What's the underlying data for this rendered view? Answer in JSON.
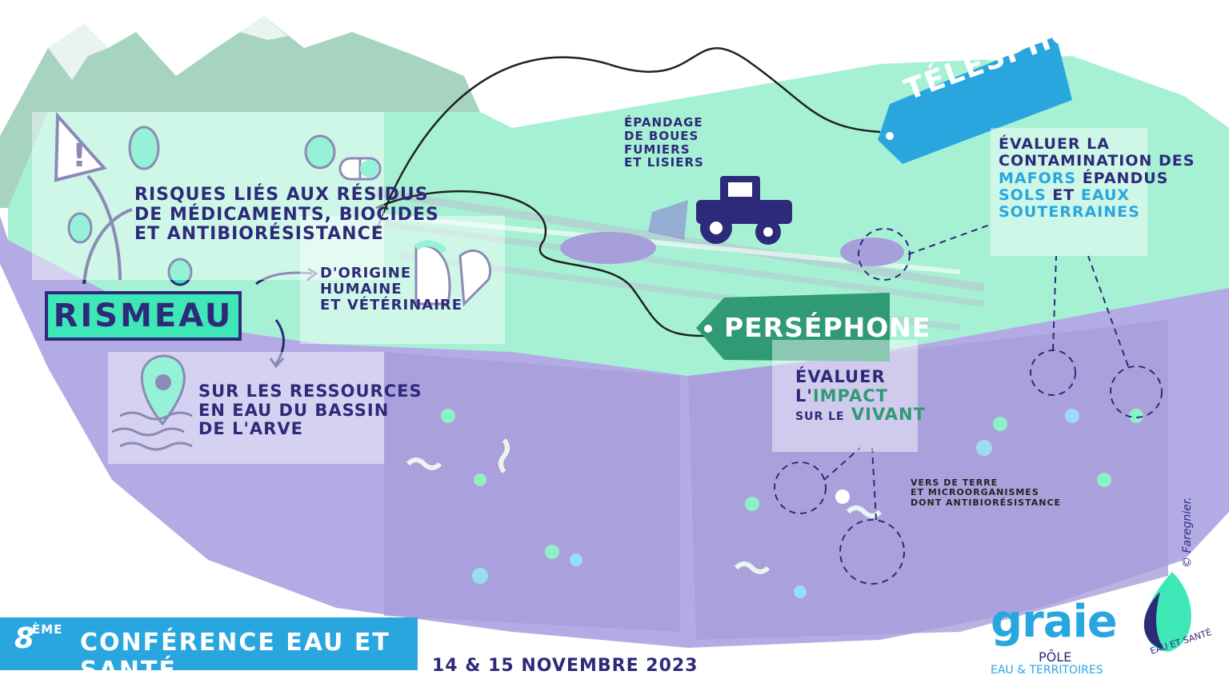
{
  "illustration": {
    "colors": {
      "ink": "#2e2a7a",
      "mint": "#9ff0d0",
      "green_tag": "#2f9a74",
      "blue_tag": "#2aa6df",
      "soil": "#a79fd9",
      "mountain": "#9fcdb6"
    },
    "rismeau": {
      "title": "RISMEAU",
      "risks_line1": "Risques liés aux résidus",
      "risks_line2": "de médicaments, biocides",
      "risks_line3": "et antibiorésistance",
      "origin_line1": "D'origine",
      "origin_line2": "humaine",
      "origin_line3": "et vétérinaire",
      "resources_line1": "Sur les ressources",
      "resources_line2": "en eau du bassin",
      "resources_line3": "de l'Arve"
    },
    "epandage": {
      "line1": "Épandage",
      "line2": "de boues",
      "line3": "fumiers",
      "line4": "et lisiers"
    },
    "telesphore": {
      "tag": "TÉLESPHORE",
      "line1": "Évaluer la",
      "line2": "contamination des",
      "line3_accent": "MAFORs",
      "line3_rest": "épandus",
      "line4_accent1": "sols",
      "line4_mid": "et",
      "line4_accent2": "eaux",
      "line5_accent": "souterraines"
    },
    "persephone": {
      "tag": "PERSÉPHONE",
      "line1": "Évaluer",
      "line2_pre": "l'",
      "line2_accent": "impact",
      "line3_pre": "sur le",
      "line3_accent": "vivant"
    },
    "vers": {
      "line1": "Vers de terre",
      "line2": "et microorganismes",
      "line3": "dont antibiorésistance"
    },
    "footer": {
      "edition": "8",
      "edition_sup": "ème",
      "conference": "Conférence eau et santé",
      "date": "14 & 15 novembre 2023",
      "graie": "graie",
      "pole": "PÔLE",
      "eau_territoires": "EAU & TERRITOIRES",
      "eau_sante": "EAU ET SANTÉ",
      "credit": "© Faregnier."
    },
    "icons": [
      "warning-sign-icon",
      "bacteria-icon",
      "pill-icon",
      "location-pin-icon",
      "water-waves-icon",
      "faces-icon",
      "tractor-icon",
      "worm-icon",
      "microbe-icon",
      "water-drop-face-icon"
    ]
  }
}
